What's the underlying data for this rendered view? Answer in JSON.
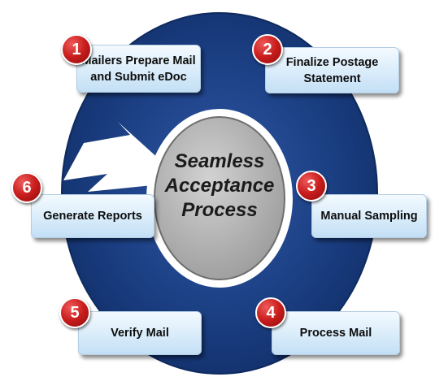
{
  "diagram": {
    "center_lines": [
      "Seamless",
      "Acceptance",
      "Process"
    ],
    "colors": {
      "ring": "#1a3d80",
      "ring_outline": "#0e2a5e",
      "center_circle": "#bdbdbd",
      "badge": "#c81c1c",
      "box": "#d9ecfa"
    },
    "steps": [
      {
        "number": "1",
        "lines": [
          "Mailers Prepare Mail",
          "and Submit eDoc"
        ]
      },
      {
        "number": "2",
        "lines": [
          "Finalize Postage",
          "Statement"
        ]
      },
      {
        "number": "3",
        "lines": [
          "Manual Sampling"
        ]
      },
      {
        "number": "4",
        "lines": [
          "Process Mail"
        ]
      },
      {
        "number": "5",
        "lines": [
          "Verify Mail"
        ]
      },
      {
        "number": "6",
        "lines": [
          "Generate Reports"
        ]
      }
    ]
  }
}
